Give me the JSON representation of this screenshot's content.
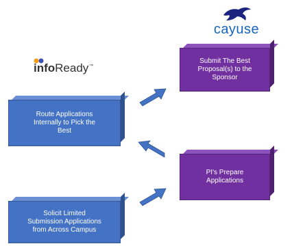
{
  "logos": {
    "infoready": {
      "bold": "info",
      "regular": "Ready",
      "mark": "™"
    },
    "cayuse": {
      "text": "cayuse"
    }
  },
  "boxes": {
    "submit": "Submit The Best\nProposal(s) to the\nSponsor",
    "route": "Route Applications\nInternally to Pick the\nBest",
    "prepare": "PI's Prepare\nApplications",
    "solicit": "Solicit Limited\nSubmission Applications\nfrom Across Campus"
  },
  "colors": {
    "blue": "#4472c4",
    "purple": "#7030a0",
    "arrow": "#4472c4",
    "cayuse": "#1565c0"
  },
  "icons": [
    "infoready-logo-icon",
    "cayuse-horse-icon",
    "arrow-icon"
  ]
}
